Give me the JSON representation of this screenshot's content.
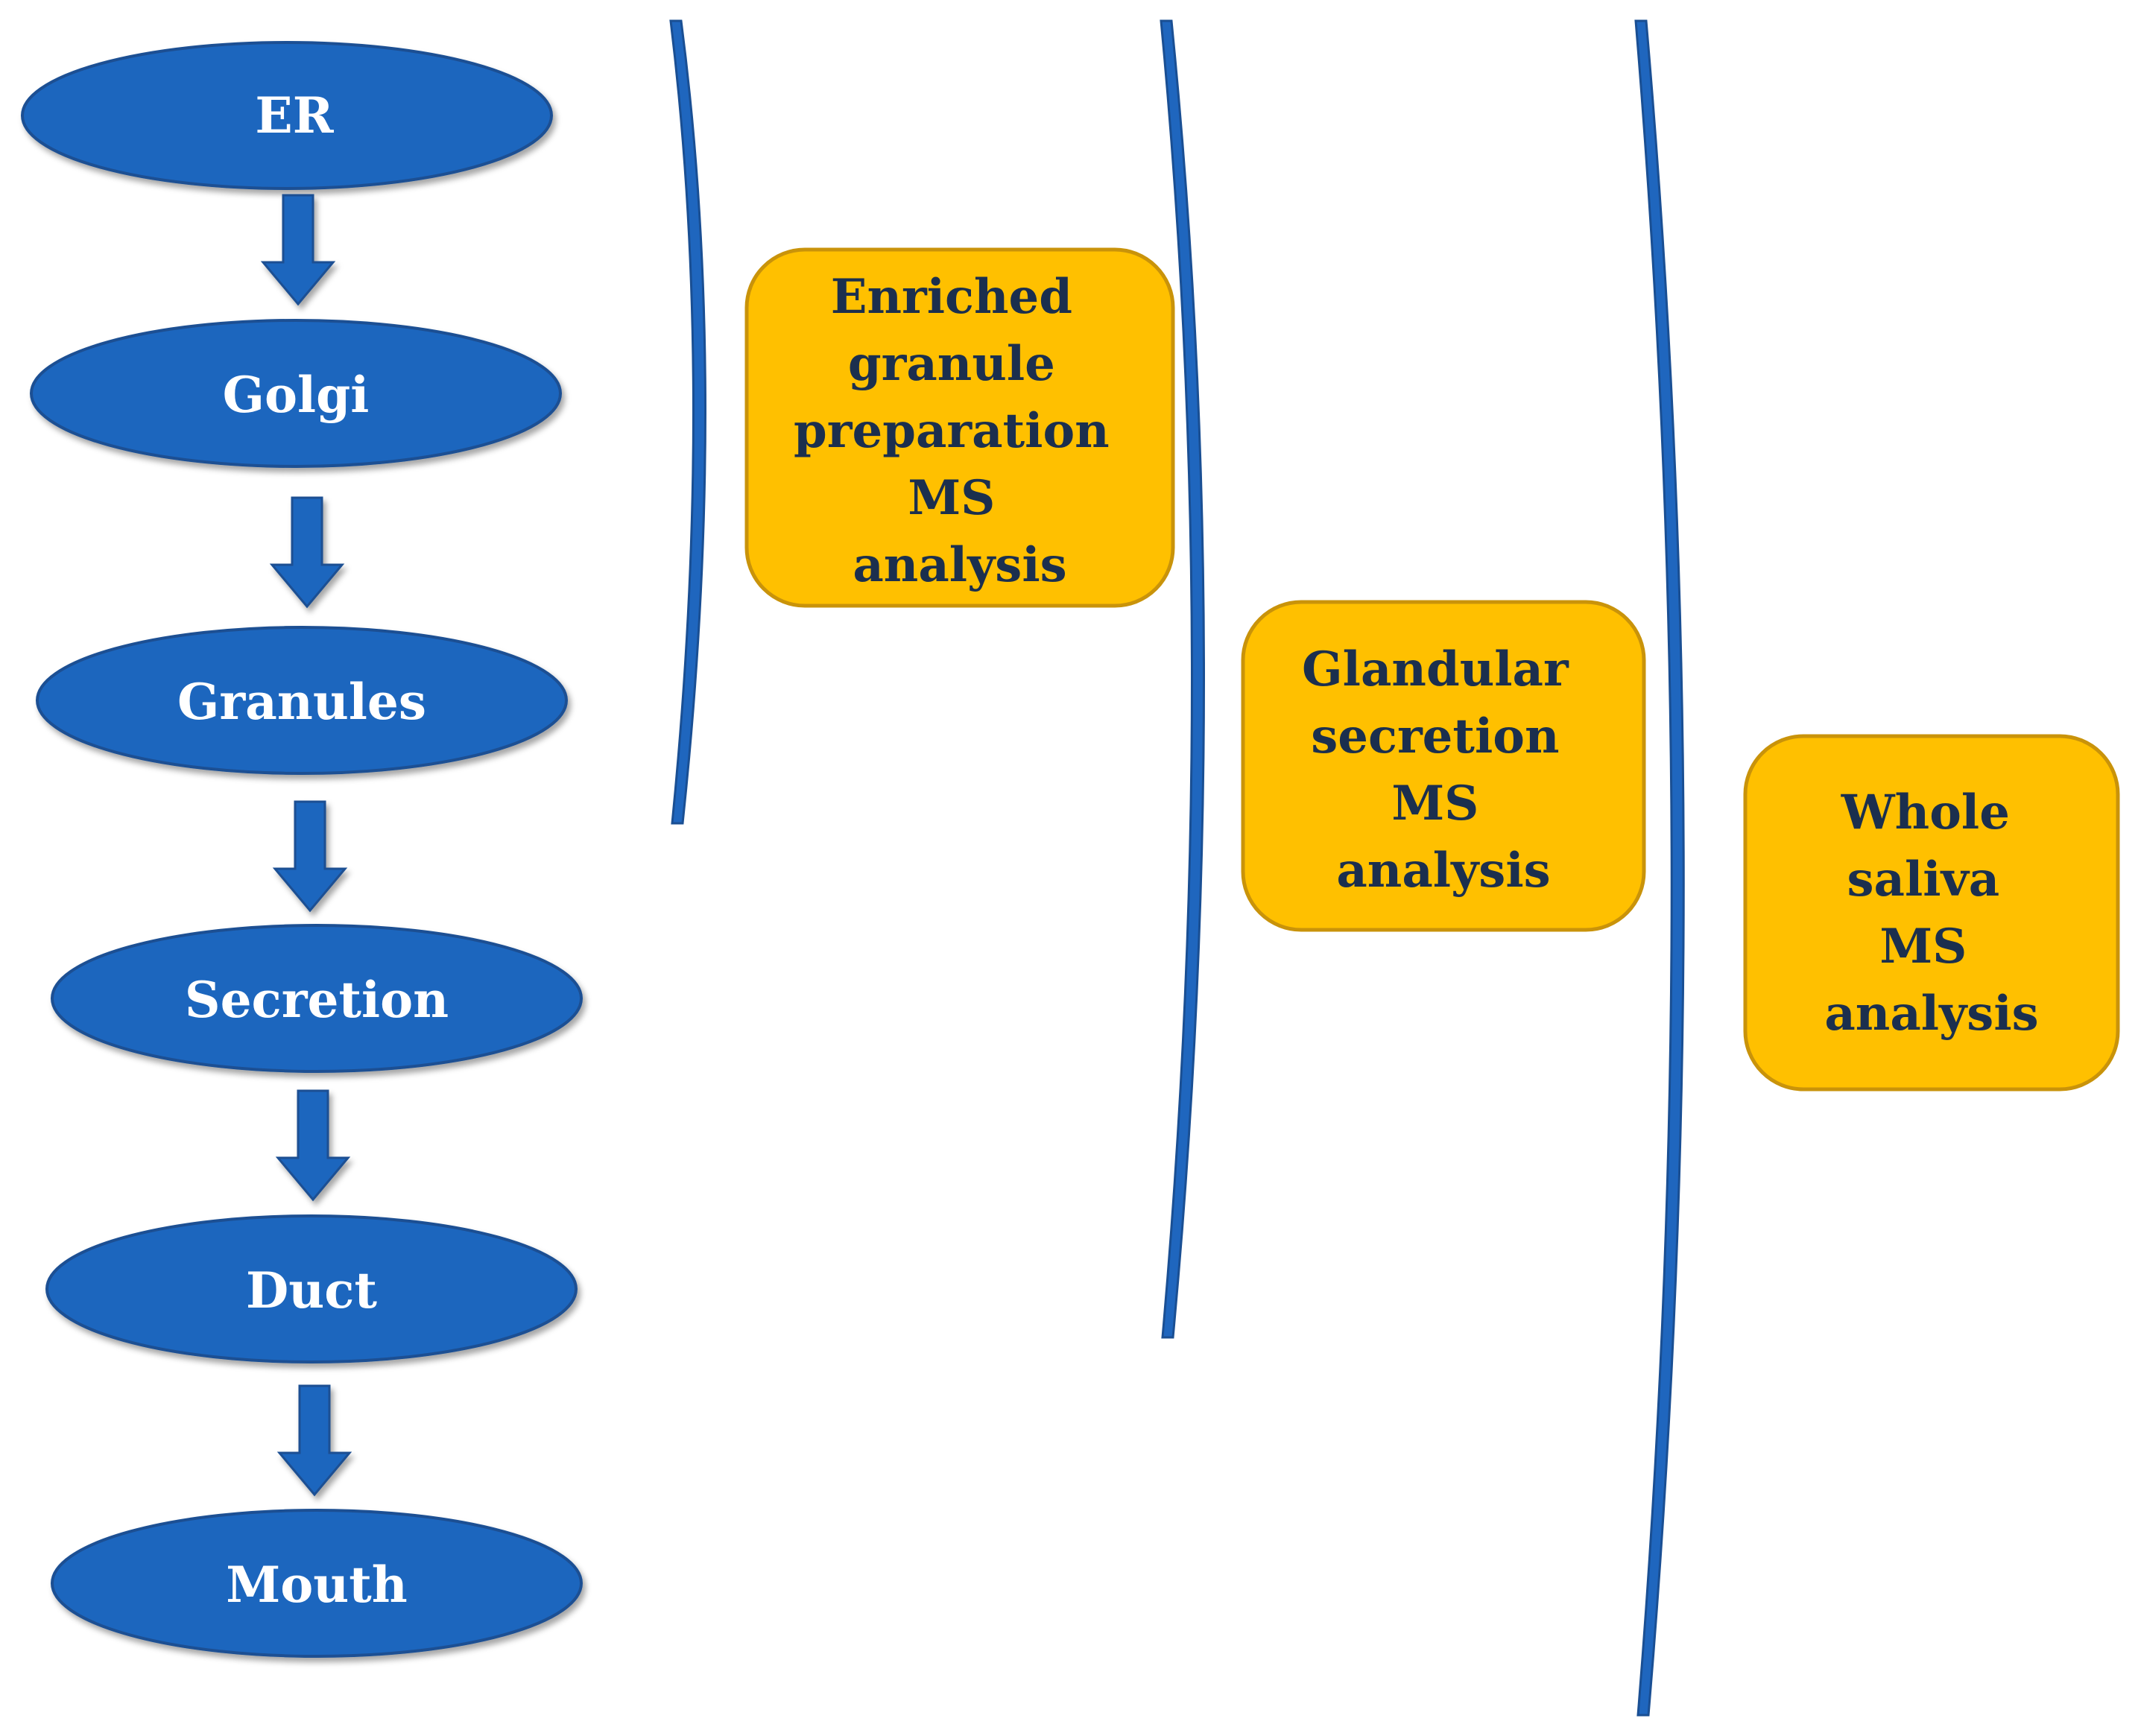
{
  "pathway": {
    "stages": [
      "ER",
      "Golgi",
      "Granules",
      "Secretion",
      "Duct",
      "Mouth"
    ]
  },
  "analyses": [
    {
      "lines": [
        "Enriched",
        "granule",
        "preparation",
        "MS",
        "analysis"
      ]
    },
    {
      "lines": [
        "Glandular",
        "secretion",
        "MS",
        "analysis"
      ]
    },
    {
      "lines": [
        "Whole",
        "saliva",
        "MS",
        "analysis"
      ]
    }
  ],
  "colors": {
    "node_fill": "#1f66be",
    "node_stroke": "#1a4f93",
    "box_fill": "#ffc000",
    "box_stroke": "#c9930a",
    "bracket": "#1f66be",
    "box_text": "#1b2f4e",
    "node_text": "#ffffff"
  }
}
